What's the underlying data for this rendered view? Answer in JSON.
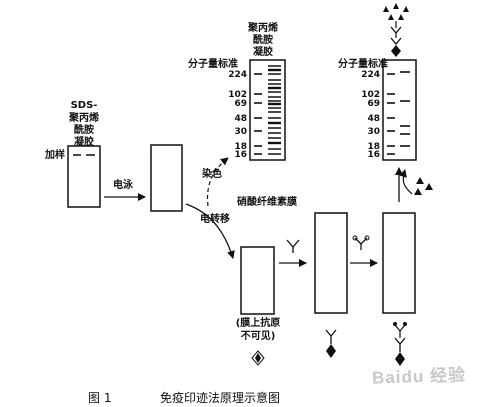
{
  "labels": {
    "sds_gel": [
      "SDS-",
      "聚丙烯",
      "酰胺",
      "凝胶"
    ],
    "loading": "加样",
    "electrophoresis": "电泳",
    "staining": "染色",
    "electrotransfer": "电转移",
    "stained_gel": [
      "聚丙烯",
      "酰胺",
      "凝胶"
    ],
    "mw_standard_left": "分子量标准",
    "mw_standard_right": "分子量标准",
    "nitrocellulose": "硝酸纤维素膜",
    "antigen_invisible": [
      "(膜上抗原",
      "不可见)"
    ]
  },
  "mw_ticks_left": [
    "224",
    "102",
    "69",
    "48",
    "30",
    "18",
    "16"
  ],
  "mw_ticks_right": [
    "224",
    "102",
    "69",
    "48",
    "30",
    "18",
    "16"
  ],
  "caption": {
    "figure": "图 1",
    "title": "免疫印迹法原理示意图"
  },
  "watermark": "Baidu 经验"
}
